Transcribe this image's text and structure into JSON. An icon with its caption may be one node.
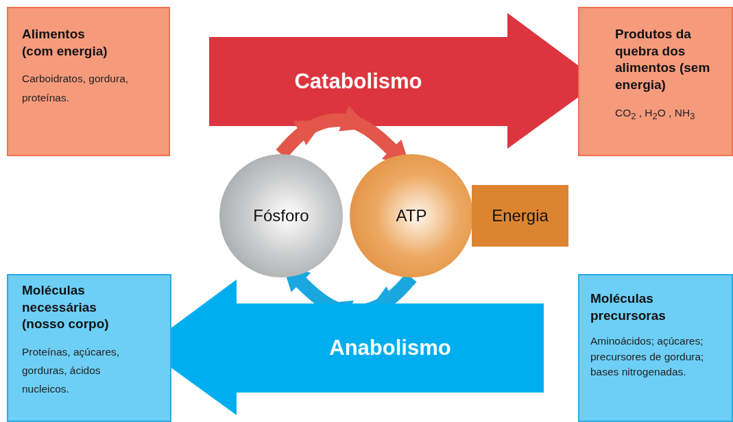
{
  "diagram": {
    "nodes": [
      {
        "text": [
          "Alimentos (com energia)",
          "Carboidratos, gordura, proteínas."
        ]
      },
      {
        "text": [
          "Produtos da quebra dos alimentos (sem energia)",
          "CO$_{2}$ , H$_{2}$O , NH$_{3}$"
        ]
      },
      {
        "text": [
          "Fósforo"
        ]
      },
      {
        "text": [
          "ATP"
        ]
      },
      {
        "text": [
          "Energia"
        ]
      },
      {
        "text": [
          "Moléculas necessárias (nosso corpo)",
          "Proteínas, açúcares, gorduras, ácidos nucleicos."
        ]
      },
      {
        "text": [
          "Moléculas precursoras",
          "Aminoácidos; açúcares; precursores de gordura; bases nitrogenadas."
        ]
      }
    ],
    "edges": [
      {
        "from": 0,
        "to": 1,
        "arrow": "to",
        "label": "Catabolismo",
        "style": "thick",
        "color": "#dc353f"
      },
      {
        "from": 2,
        "to": 3,
        "arrow": "to",
        "color": "#e3564a"
      },
      {
        "from": 3,
        "to": 2,
        "arrow": "to",
        "color": "#1aa7e0"
      },
      {
        "from": 6,
        "to": 5,
        "arrow": "to",
        "label": "Anabolismo",
        "style": "thick",
        "color": "#00aeef"
      }
    ]
  }
}
